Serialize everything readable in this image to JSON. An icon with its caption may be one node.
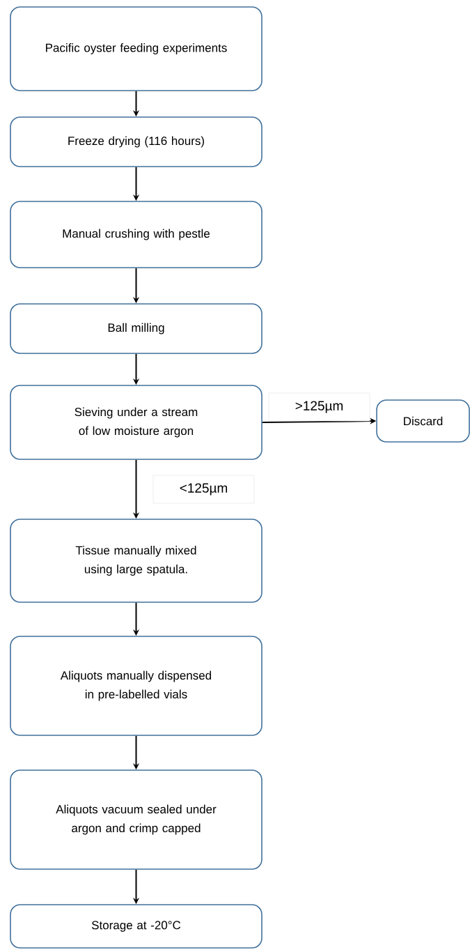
{
  "diagram": {
    "nodes": [
      {
        "text": [
          "Pacific oyster feeding experiments"
        ]
      },
      {
        "text": [
          "Freeze drying (116 hours)"
        ]
      },
      {
        "text": [
          "Manual crushing with pestle"
        ]
      },
      {
        "text": [
          "Ball milling"
        ]
      },
      {
        "text": [
          "Sieving under a stream of low moisture argon"
        ]
      },
      {
        "text": [
          "Discard"
        ]
      },
      {
        "text": [
          "Tissue manually mixed using large spatula."
        ]
      },
      {
        "text": [
          "Aliquots manually dispensed in pre-labelled vials"
        ]
      },
      {
        "text": [
          "Aliquots vacuum sealed under argon and crimp capped"
        ]
      },
      {
        "text": [
          "Storage at -20°C"
        ]
      }
    ],
    "edges": [
      {
        "from": 0,
        "to": 1,
        "arrow": "to"
      },
      {
        "from": 1,
        "to": 2,
        "arrow": "to"
      },
      {
        "from": 2,
        "to": 3,
        "arrow": "to"
      },
      {
        "from": 3,
        "to": 4,
        "arrow": "to"
      },
      {
        "from": 4,
        "to": 5,
        "arrow": "to",
        "label": ">125µm"
      },
      {
        "from": 4,
        "to": 6,
        "arrow": "to",
        "label": "<125µm"
      },
      {
        "from": 6,
        "to": 7,
        "arrow": "to"
      },
      {
        "from": 7,
        "to": 8,
        "arrow": "to"
      },
      {
        "from": 8,
        "to": 9,
        "arrow": "to"
      }
    ]
  }
}
